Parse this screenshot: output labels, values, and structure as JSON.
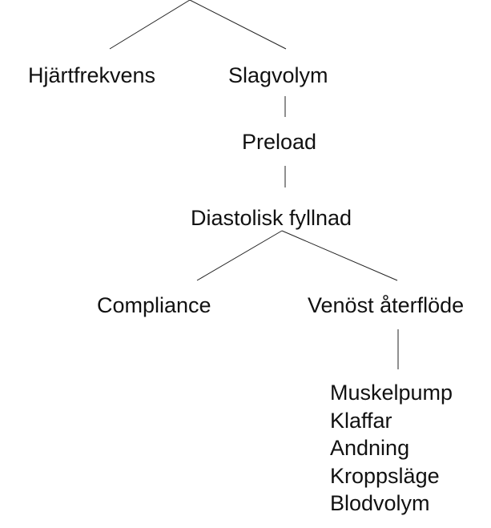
{
  "nodes": {
    "heart_rate": "Hjärtfrekvens",
    "stroke_volume": "Slagvolym",
    "preload": "Preload",
    "diastolic_filling": "Diastolisk fyllnad",
    "compliance": "Compliance",
    "venous_return": "Venöst återflöde"
  },
  "venous_return_factors": [
    "Muskelpump",
    "Klaffar",
    "Andning",
    "Kroppsläge",
    "Blodvolym"
  ],
  "colors": {
    "text": "#111111",
    "lines": "#222222",
    "background": "#ffffff"
  }
}
